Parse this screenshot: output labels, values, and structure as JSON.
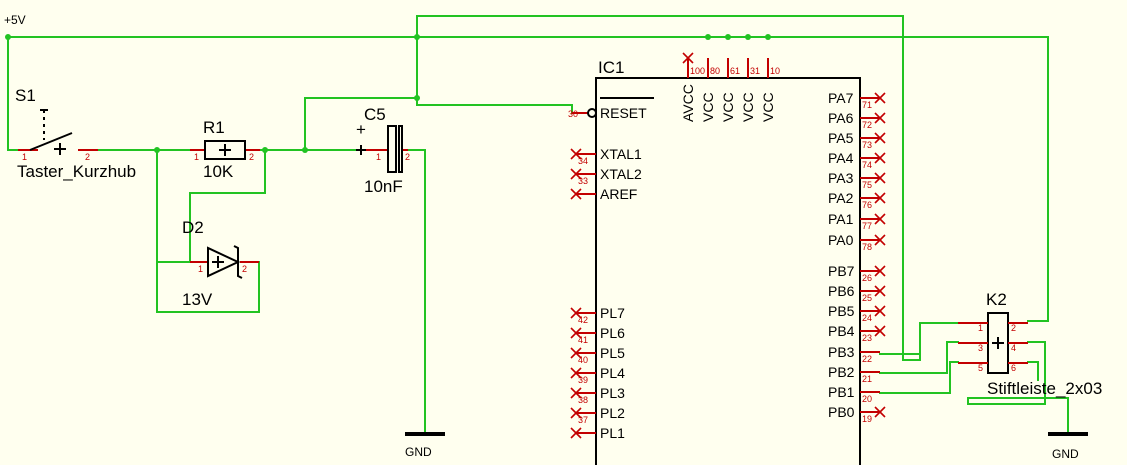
{
  "nets": {
    "supply": "+5V",
    "ground_left": "GND",
    "ground_right": "GND"
  },
  "components": {
    "switch": {
      "ref": "S1",
      "value": "Taster_Kurzhub",
      "pin1": "1",
      "pin2": "2"
    },
    "resistor": {
      "ref": "R1",
      "value": "10K",
      "pin1": "1",
      "pin2": "2"
    },
    "diode": {
      "ref": "D2",
      "value": "13V",
      "pin1": "1",
      "pin2": "2"
    },
    "capacitor": {
      "ref": "C5",
      "value": "10nF",
      "plus": "+",
      "pin1": "1",
      "pin2": "2"
    },
    "mcu": {
      "ref": "IC1",
      "top_pins": [
        {
          "name": "AVCC",
          "num": "100"
        },
        {
          "name": "VCC",
          "num": "80"
        },
        {
          "name": "VCC",
          "num": "61"
        },
        {
          "name": "VCC",
          "num": "31"
        },
        {
          "name": "VCC",
          "num": "10"
        }
      ],
      "left_pins": [
        {
          "name": "RESET",
          "num": "30"
        },
        {
          "name": "XTAL1",
          "num": "34"
        },
        {
          "name": "XTAL2",
          "num": "33"
        },
        {
          "name": "AREF",
          "num": ""
        },
        {
          "name": "PL7",
          "num": "42"
        },
        {
          "name": "PL6",
          "num": "41"
        },
        {
          "name": "PL5",
          "num": "40"
        },
        {
          "name": "PL4",
          "num": "39"
        },
        {
          "name": "PL3",
          "num": "38"
        },
        {
          "name": "PL2",
          "num": "37"
        },
        {
          "name": "PL1",
          "num": ""
        }
      ],
      "right_pins": [
        {
          "name": "PA7",
          "num": "71"
        },
        {
          "name": "PA6",
          "num": "72"
        },
        {
          "name": "PA5",
          "num": "73"
        },
        {
          "name": "PA4",
          "num": "74"
        },
        {
          "name": "PA3",
          "num": "75"
        },
        {
          "name": "PA2",
          "num": "76"
        },
        {
          "name": "PA1",
          "num": "77"
        },
        {
          "name": "PA0",
          "num": "78"
        },
        {
          "name": "PB7",
          "num": "26"
        },
        {
          "name": "PB6",
          "num": "25"
        },
        {
          "name": "PB5",
          "num": "24"
        },
        {
          "name": "PB4",
          "num": "23"
        },
        {
          "name": "PB3",
          "num": "22"
        },
        {
          "name": "PB2",
          "num": "21"
        },
        {
          "name": "PB1",
          "num": "20"
        },
        {
          "name": "PB0",
          "num": "19"
        }
      ]
    },
    "header": {
      "ref": "K2",
      "value": "Stiftleiste_2x03",
      "pins": [
        "1",
        "2",
        "3",
        "4",
        "5",
        "6"
      ]
    }
  }
}
